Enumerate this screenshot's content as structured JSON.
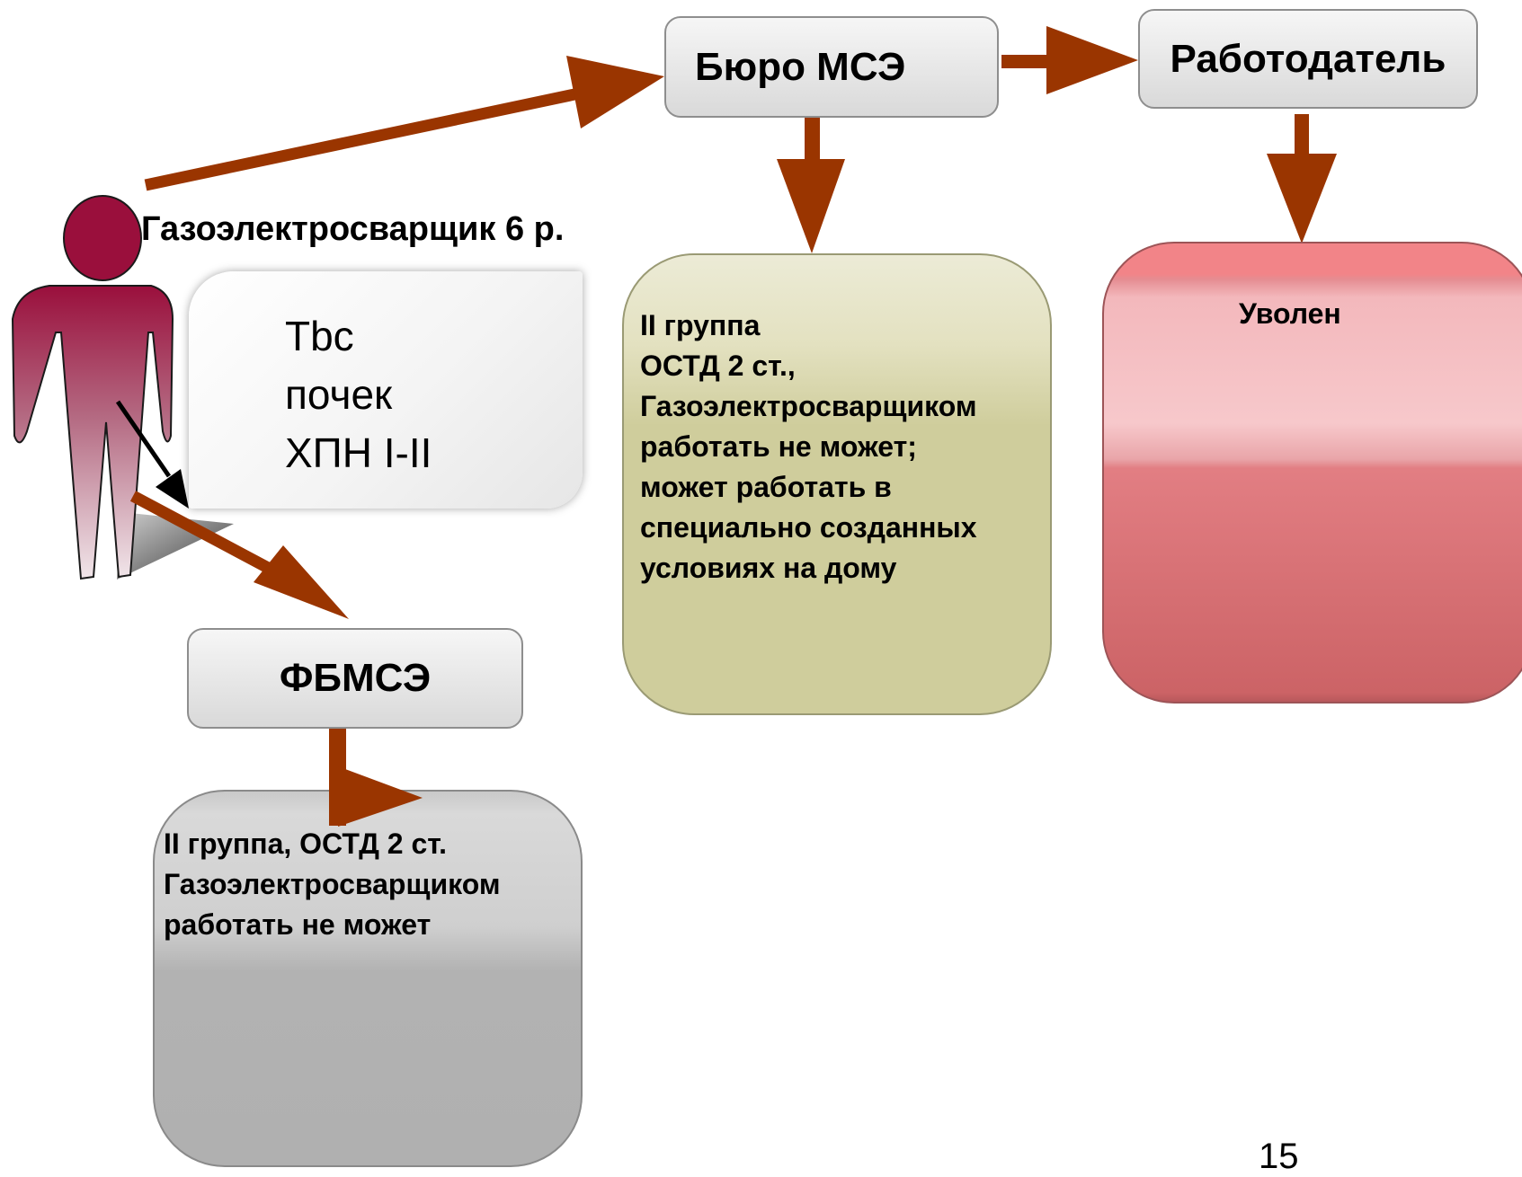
{
  "nodes": {
    "mse_bureau": {
      "label": "Бюро МСЭ"
    },
    "employer": {
      "label": "Работодатель"
    },
    "fbmse": {
      "label": "ФБМСЭ"
    }
  },
  "person": {
    "label": "Газоэлектросварщик 6 р."
  },
  "diagnosis": {
    "lines": [
      "Tbc",
      "почек",
      "ХПН I-II"
    ]
  },
  "outcomes": {
    "mse_bureau": [
      "II группа",
      "ОСТД 2 ст.,",
      "Газоэлектросварщиком",
      "работать не может;",
      "может работать в",
      "специально созданных",
      "условиях на дому"
    ],
    "employer": [
      "Уволен"
    ],
    "fbmse": [
      "II группа, ОСТД 2 ст.",
      "Газоэлектросварщиком",
      "работать не может"
    ]
  },
  "page_number": "15",
  "colors": {
    "arrow": "#9a3500",
    "person_top": "#9a0f3c",
    "person_bottom": "#f1e6ea",
    "mse_panel": "#cfcd9c",
    "employer_panel": "#cc6366",
    "fbmse_panel": "#b0b0b0"
  }
}
